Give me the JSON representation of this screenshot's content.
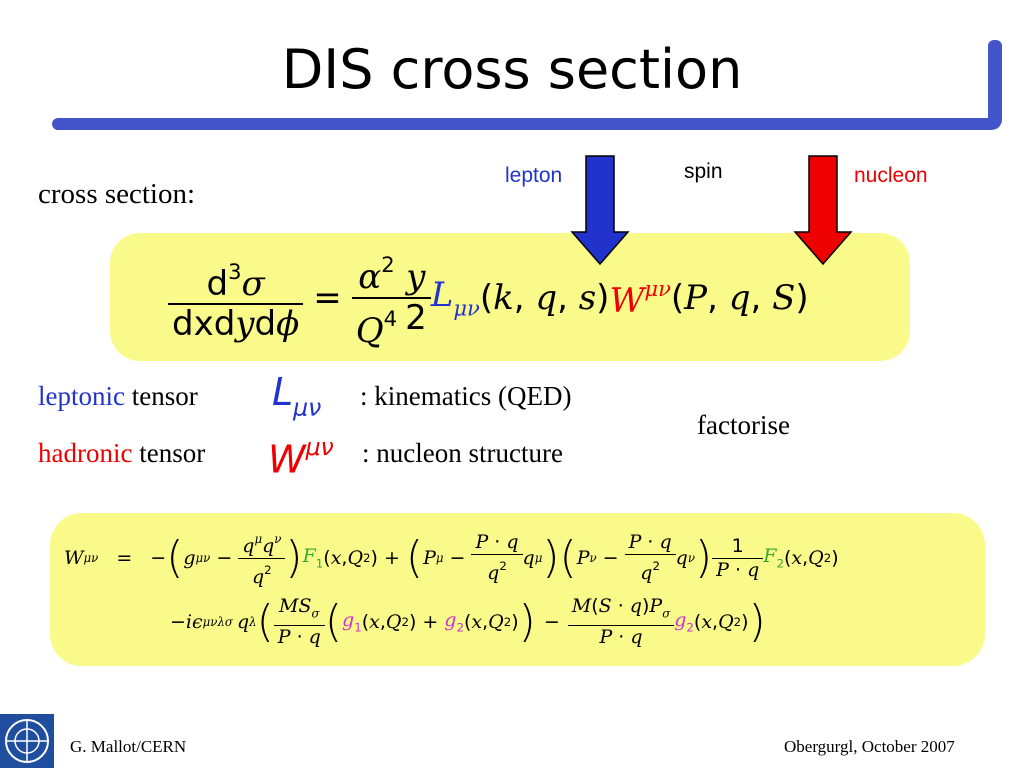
{
  "title": "DIS cross section",
  "labels": {
    "lepton": "lepton",
    "spin": "spin",
    "nucleon": "nucleon",
    "cross_section": "cross section:",
    "factorise": "factorise"
  },
  "tensors": {
    "leptonic_word": "leptonic",
    "hadronic_word": "hadronic",
    "tensor_word": "tensor",
    "leptonic_desc": ": kinematics (QED)",
    "hadronic_desc": ": nucleon structure"
  },
  "footer": {
    "left": "G. Mallot/CERN",
    "right": "Obergurgl,  October 2007"
  },
  "colors": {
    "title_frame": "#4455cc",
    "lepton": "#2233cc",
    "nucleon": "#ee0000",
    "formula_box": "#fafa8a"
  },
  "icons": {
    "lepton_arrow": "down-arrow-blue",
    "nucleon_arrow": "down-arrow-red",
    "logo": "cern-logo"
  }
}
